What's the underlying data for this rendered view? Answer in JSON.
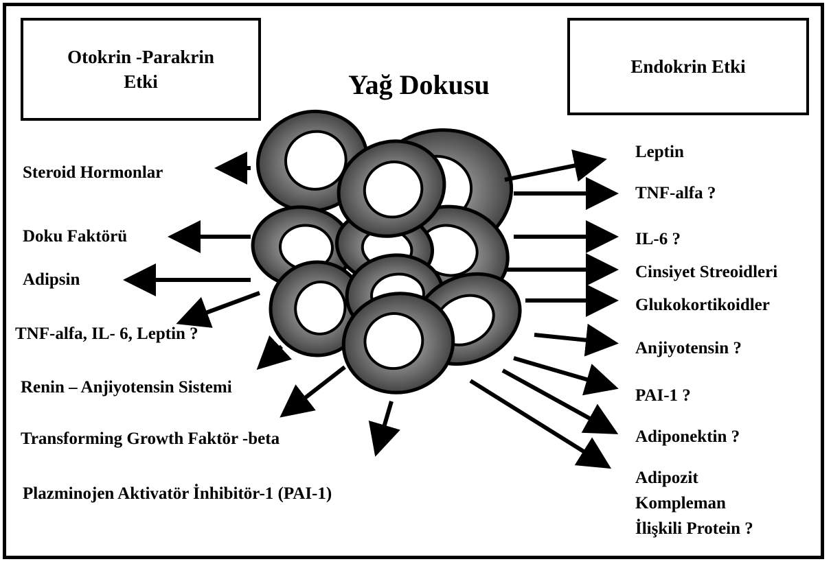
{
  "title": "Yağ Dokusu",
  "left_box": [
    "Otokrin -Parakrin",
    "Etki"
  ],
  "right_box": "Endokrin Etki",
  "left_items": [
    "Steroid Hormonlar",
    "Doku Faktörü",
    "Adipsin",
    "TNF-alfa, IL- 6, Leptin  ?",
    "Renin – Anjiyotensin Sistemi",
    "Transforming Growth Faktör -beta",
    "Plazminojen Aktivatör İnhibitör-1 (PAI-1)"
  ],
  "right_items": [
    "Leptin",
    "TNF-alfa ?",
    "IL-6 ?",
    "Cinsiyet Streoidleri",
    "Glukokortikoidler",
    "Anjiyotensin ?",
    "PAI-1 ?",
    "Adiponektin ?",
    "Adipozit",
    "Kompleman",
    "İlişkili Protein ?"
  ]
}
